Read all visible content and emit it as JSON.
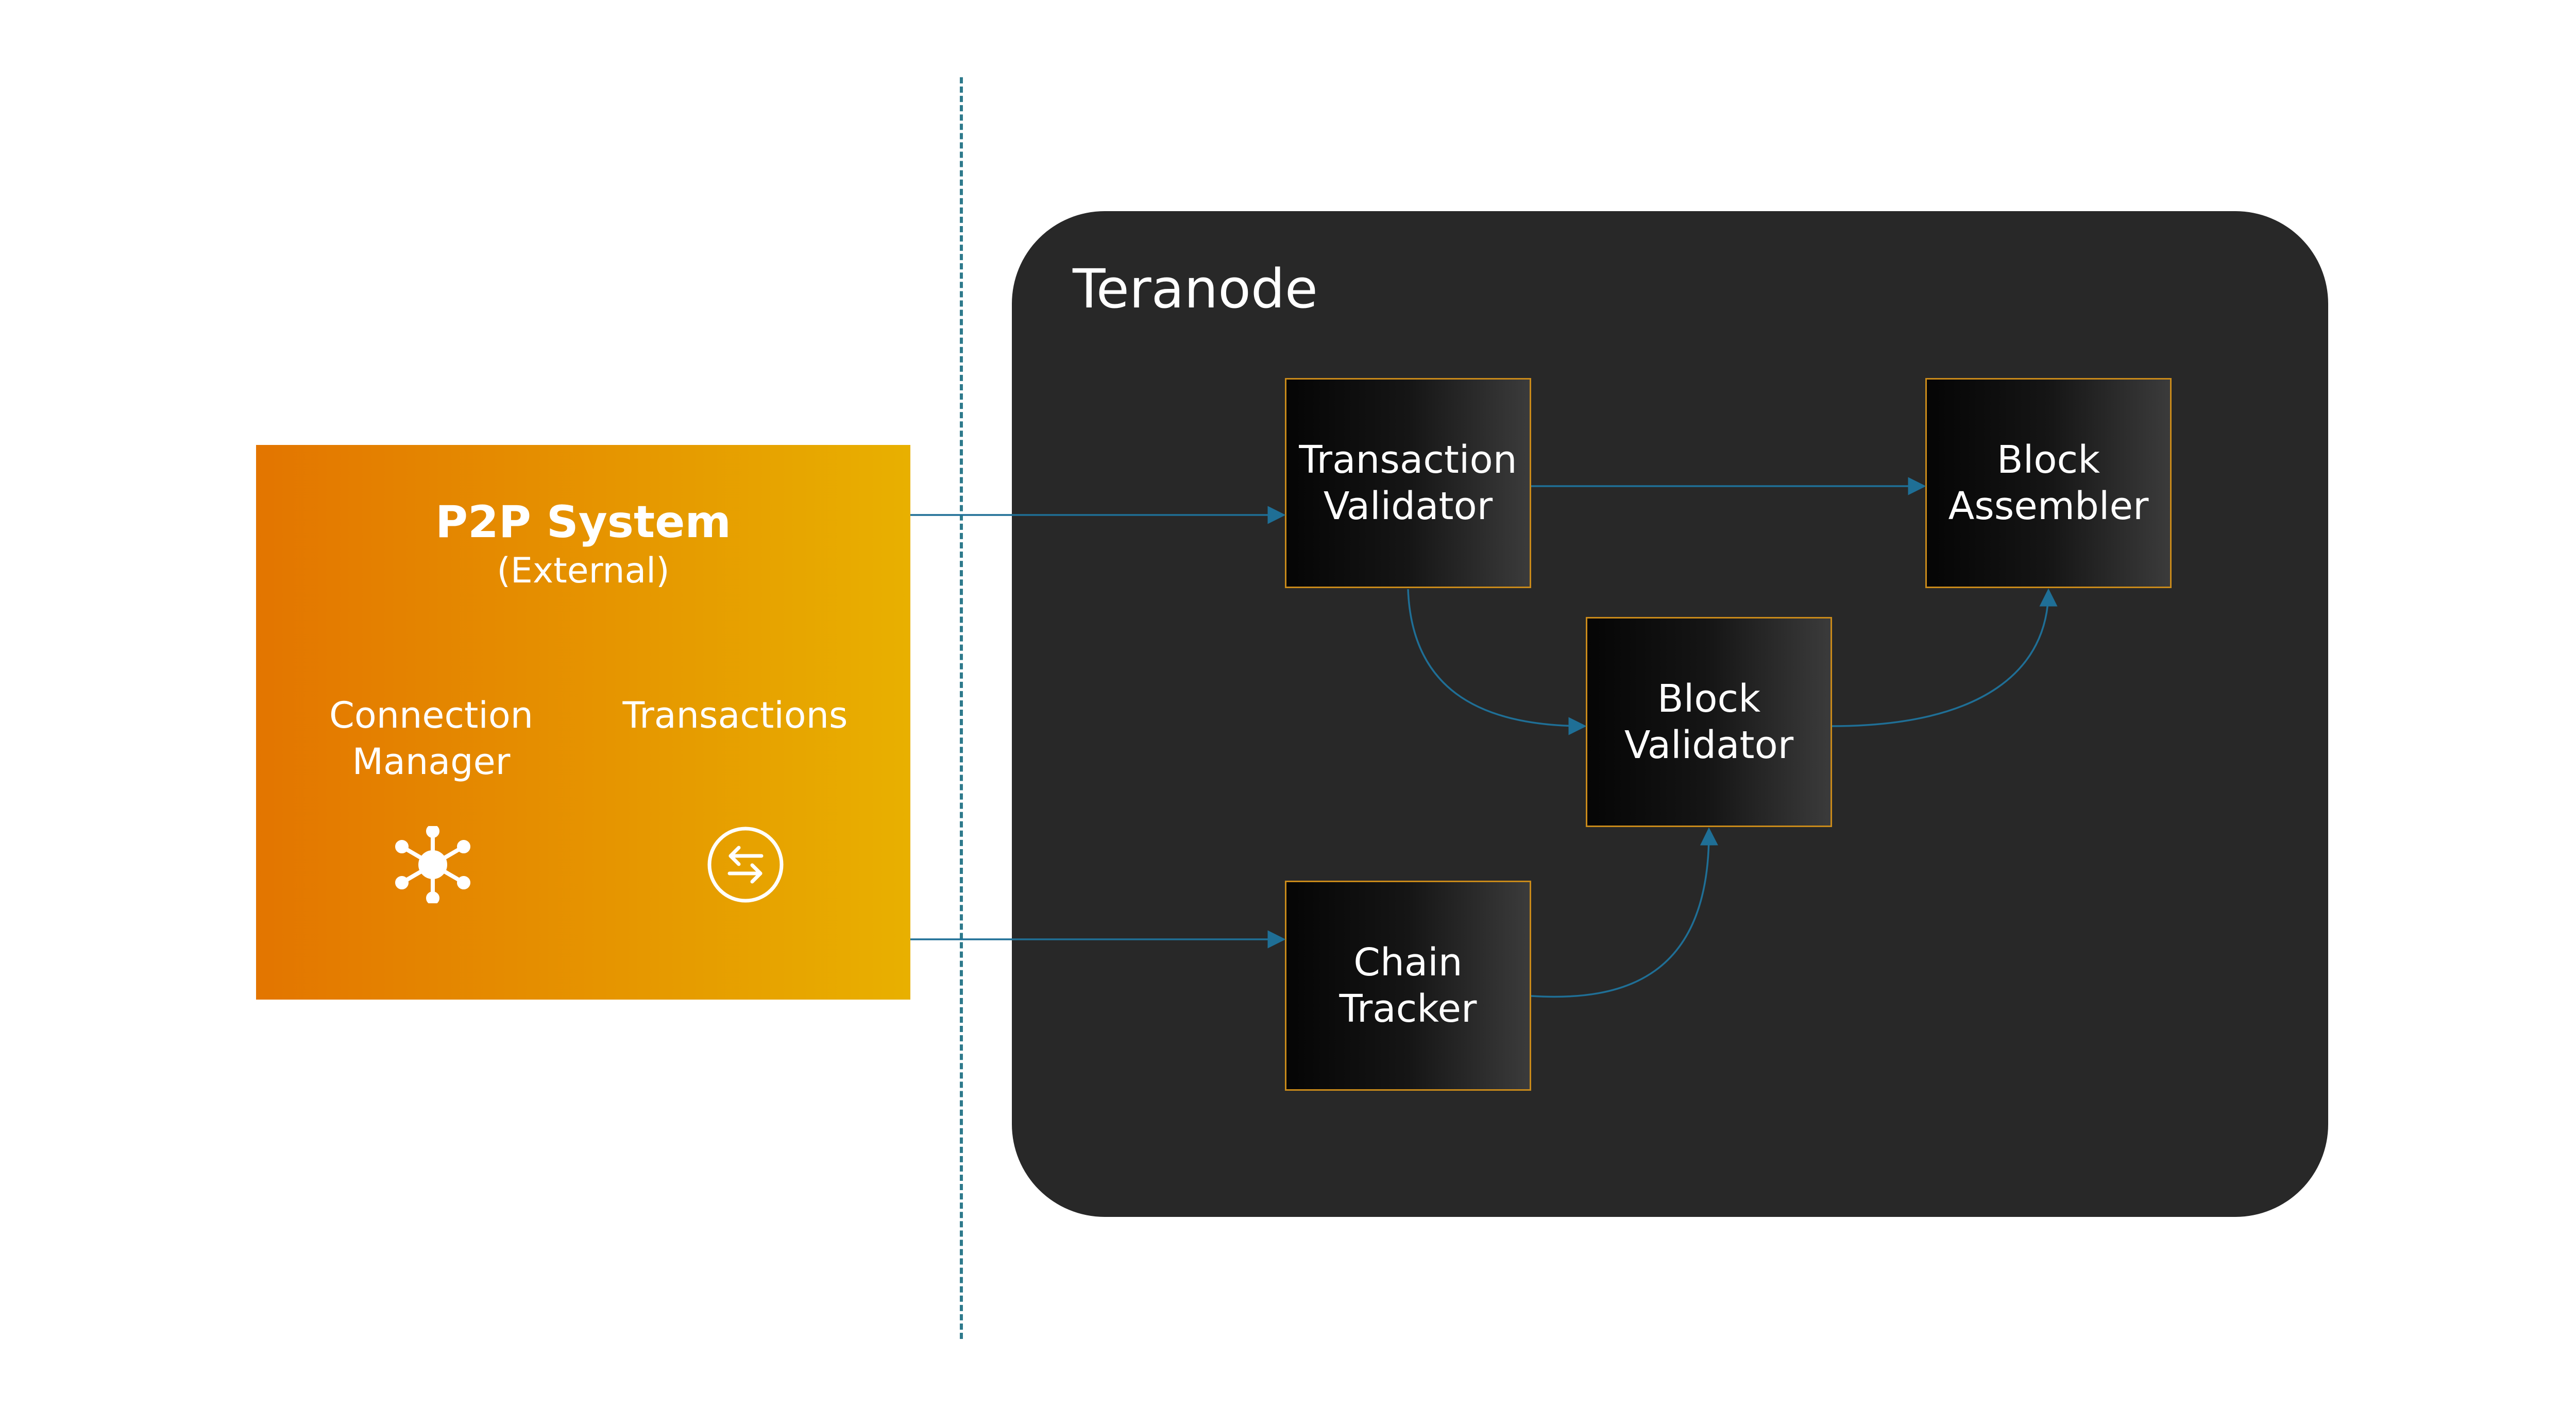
{
  "p2p": {
    "title": "P2P System",
    "subtitle": "(External)",
    "connection_manager": "Connection\nManager",
    "transactions": "Transactions",
    "icons": [
      "network-hub-icon",
      "exchange-arrows-icon"
    ]
  },
  "teranode": {
    "title": "Teranode",
    "nodes": {
      "transaction_validator": "Transaction\nValidator",
      "block_assembler": "Block\nAssembler",
      "block_validator": "Block\nValidator",
      "chain_tracker": "Chain\nTracker"
    }
  },
  "colors": {
    "p2p_gradient_start": "#e37500",
    "p2p_gradient_end": "#e8b000",
    "teranode_bg": "#282828",
    "node_border": "#c98a1a",
    "arrow": "#1f6f96",
    "divider": "#2e7a8c"
  }
}
